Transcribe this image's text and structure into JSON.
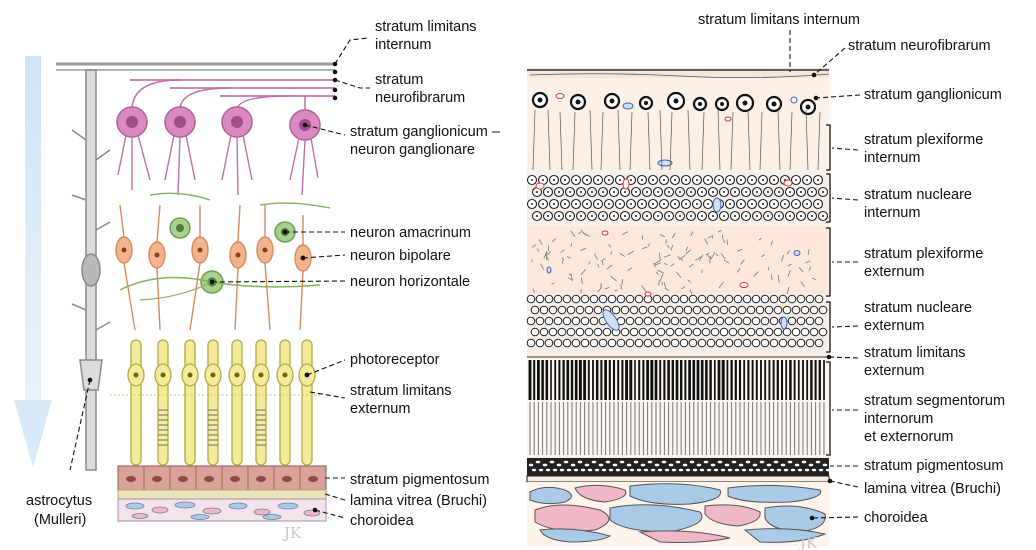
{
  "left_diagram": {
    "labels": {
      "slinternum_1": "stratum limitans",
      "slinternum_2": "internum",
      "sneuro_1": "stratum",
      "sneuro_2": "neurofibrarum",
      "sgang_1": "stratum ganglionicum –",
      "sgang_2": "neuron ganglionare",
      "amacrine": "neuron amacrinum",
      "bipolar": "neuron bipolare",
      "horizontal": "neuron horizontale",
      "photoreceptor": "photoreceptor",
      "slext_1": "stratum limitans",
      "slext_2": "externum",
      "pigment": "stratum pigmentosum",
      "lamina": "lamina vitrea (Bruchi)",
      "choroid": "choroidea",
      "astro_1": "astrocytus",
      "astro_2": "(Mulleri)"
    },
    "signature": "JK"
  },
  "right_diagram": {
    "labels": {
      "slinternum": "stratum limitans internum",
      "sneuro": "stratum neurofibrarum",
      "sgang": "stratum ganglionicum",
      "splexint_1": "stratum plexiforme",
      "splexint_2": "internum",
      "snuclint_1": "stratum nucleare",
      "snuclint_2": "internum",
      "splexext_1": "stratum plexiforme",
      "splexext_2": "externum",
      "snuclext_1": "stratum nucleare",
      "snuclext_2": "externum",
      "slext_1": "stratum limitans",
      "slext_2": "externum",
      "sseg_1": "stratum segmentorum",
      "sseg_2": "internorum",
      "sseg_3": "et externorum",
      "pigment": "stratum pigmentosum",
      "lamina": "lamina vitrea (Bruchi)",
      "choroid": "choroidea"
    },
    "signature": "JK"
  },
  "colors": {
    "ganglion": "#d98ac0",
    "amacrine": "#a9d18e",
    "bipolar": "#f2b48e",
    "photoreceptor": "#f3ec9b",
    "pigment": "#d8a39a",
    "lamina": "#e9e5b8",
    "choroid_blue": "#a9cbe8",
    "choroid_pink": "#f0b8c6",
    "arrow": "#d4e8f7",
    "right_bg": "#fbe8da"
  }
}
